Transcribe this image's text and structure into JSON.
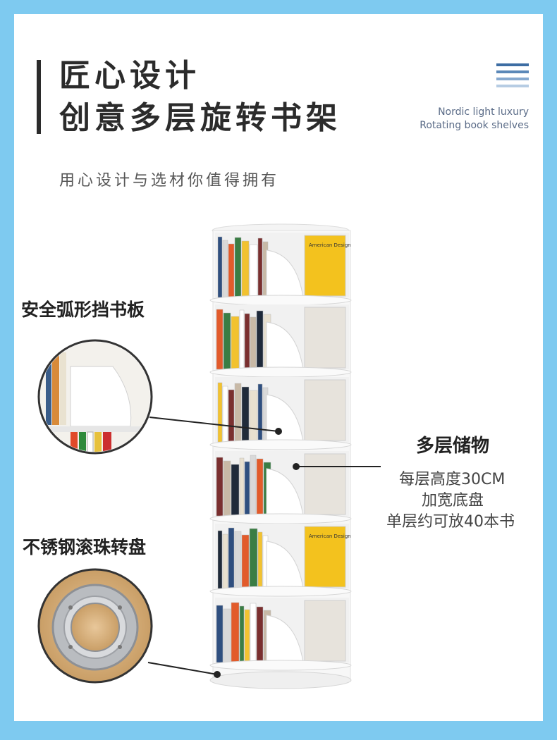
{
  "header": {
    "title_line1": "匠心设计",
    "title_line2": "创意多层旋转书架",
    "en_line1": "Nordic light luxury",
    "en_line2": "Rotating book shelves",
    "subtitle": "用心设计与选材你值得拥有",
    "accent_lines": [
      "#3d6da3",
      "#5b88b8",
      "#86a9cf",
      "#b6cce3"
    ]
  },
  "features": {
    "safe_board": "安全弧形挡书板",
    "turntable": "不锈钢滚珠转盘",
    "storage_title": "多层储物",
    "spec1": "每层高度30CM",
    "spec2": "加宽底盘",
    "spec3": "单层约可放40本书"
  },
  "book_texts": {
    "american_design": "American Design"
  },
  "colors": {
    "frame": "#7ecaf0",
    "text": "#2b2b2b"
  }
}
